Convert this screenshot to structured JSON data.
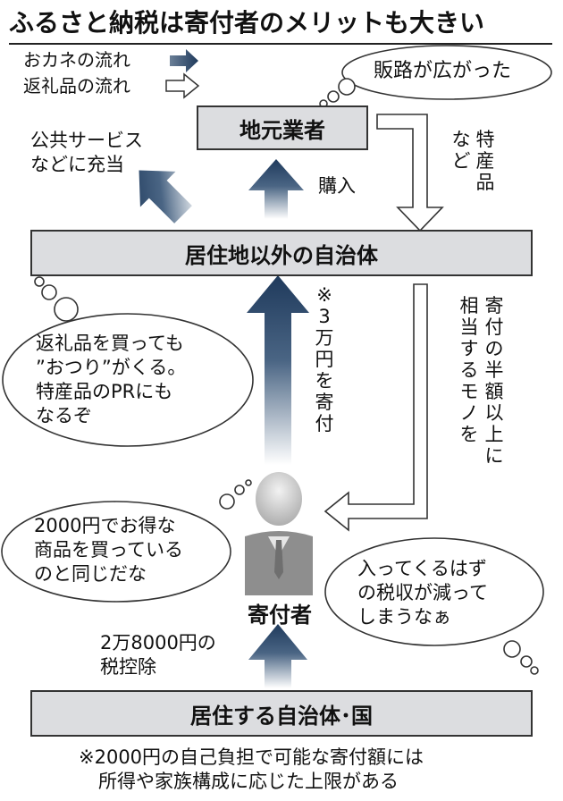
{
  "title": "ふるさと納税は寄付者のメリットも大きい",
  "legend": {
    "money_flow": "おカネの流れ",
    "gift_flow": "返礼品の流れ"
  },
  "nodes": {
    "local_business": "地元業者",
    "other_municipality": "居住地以外の自治体",
    "donor": "寄付者",
    "home_municipality": "居住する自治体･国"
  },
  "labels": {
    "public_services": [
      "公共サービス",
      "などに充当"
    ],
    "purchase": "購入",
    "specialty_products": [
      "など",
      "特産品"
    ],
    "donation": "※3万円を寄付",
    "gift_value": [
      "寄付の半額以上に",
      "相当するモノを"
    ],
    "tax_deduction": [
      "2万8000円の",
      "税控除"
    ]
  },
  "bubbles": {
    "business": "販路が広がった",
    "municipality": [
      "返礼品を買っても",
      "”おつり”がくる。",
      "特産品のPRにも",
      "なるぞ"
    ],
    "donor": [
      "2000円でお得な",
      "商品を買っている",
      "のと同じだな"
    ],
    "home": [
      "入ってくるはず",
      "の税収が減って",
      "しまうなぁ"
    ]
  },
  "footnote": [
    "※2000円の自己負担で可能な寄付額には",
    "所得や家族構成に応じた上限がある"
  ],
  "colors": {
    "money_arrow": "#1f3a5c",
    "box_fill": "#dcdde0",
    "outline": "#333333"
  }
}
